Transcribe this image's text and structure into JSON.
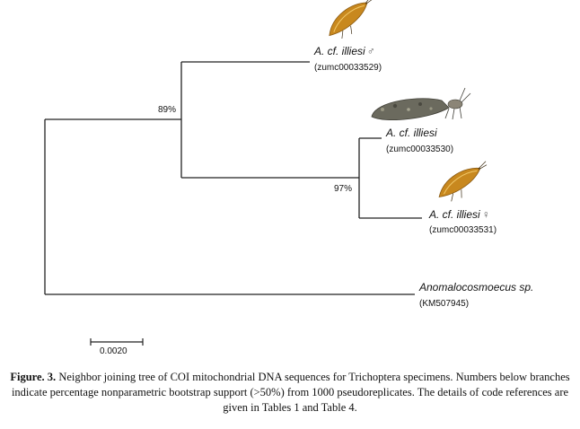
{
  "tree": {
    "taxa": [
      {
        "name": "A. cf. illiesi",
        "sex": "♂",
        "code": "(zumc00033529)",
        "photo": "adult-caddisfly"
      },
      {
        "name": "A. cf. illiesi",
        "sex": "",
        "code": "(zumc00033530)",
        "photo": "larva-case"
      },
      {
        "name": "A. cf. illiesi",
        "sex": "♀",
        "code": "(zumc00033531)",
        "photo": "adult-caddisfly"
      },
      {
        "name": "Anomalocosmoecus sp.",
        "sex": "",
        "code": "(KM507945)",
        "photo": ""
      }
    ],
    "support": {
      "node_1": "89%",
      "node_2": "97%"
    },
    "scale_bar": {
      "label": "0.0020"
    }
  },
  "caption": {
    "lead": "Figure. 3.",
    "text": " Neighbor joining tree of COI mitochondrial DNA sequences for Trichoptera specimens. Numbers below branches indicate percentage nonparametric bootstrap support (>50%) from 1000 pseudoreplicates. The details of code references are given in Tables 1 and Table 4."
  },
  "colors": {
    "branch": "#222222",
    "wing": "#c8881e",
    "wing_dark": "#8a5a12",
    "larva": "#6b6a5e"
  }
}
